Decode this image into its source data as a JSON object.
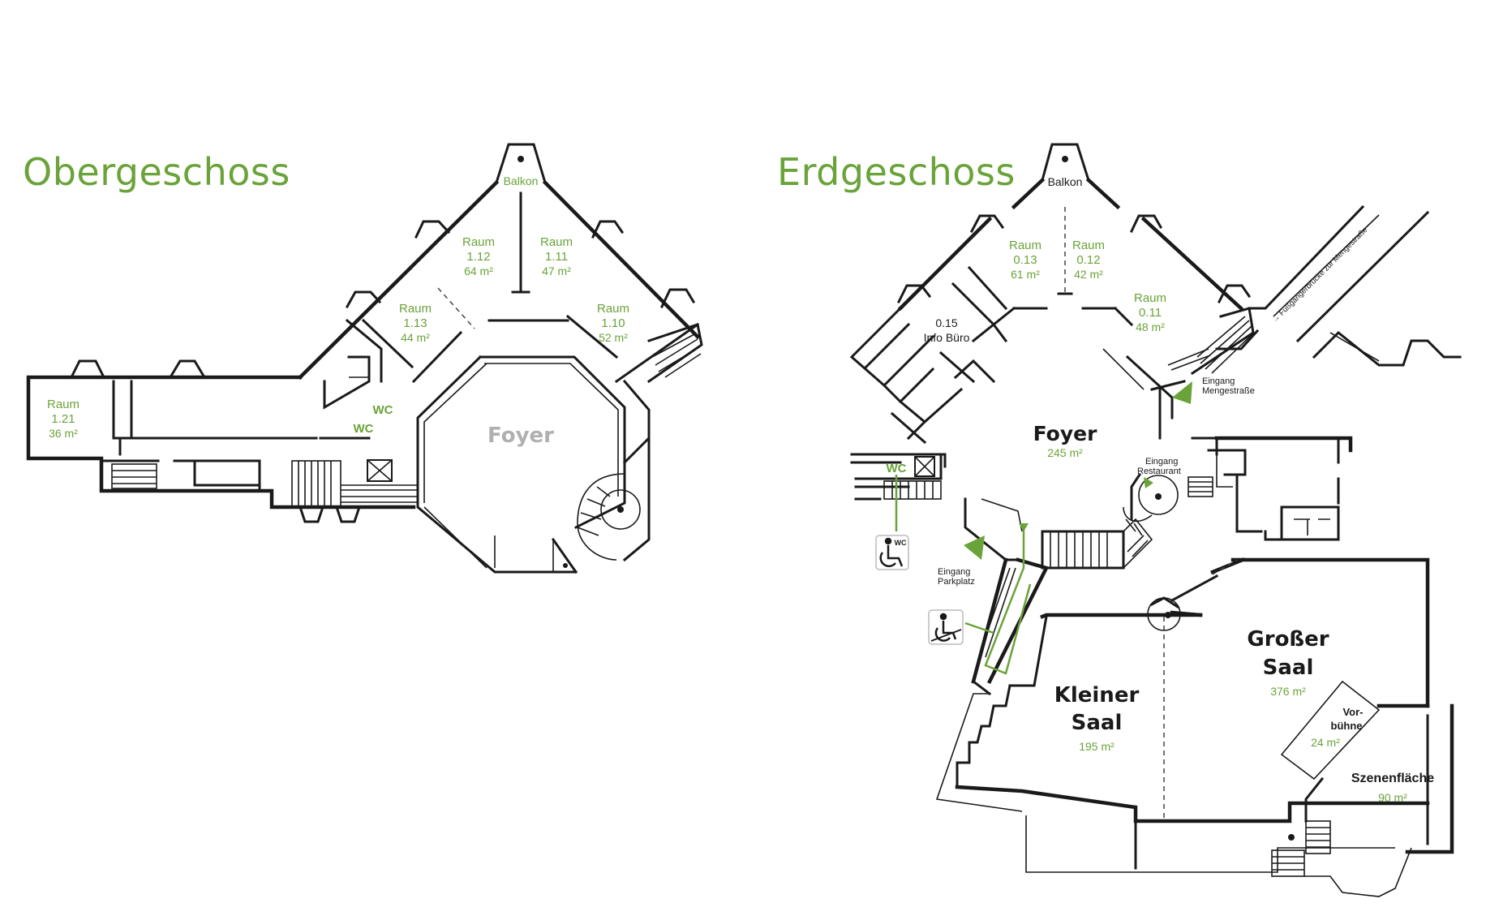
{
  "colors": {
    "accent": "#6aa339",
    "wall": "#1a1a1a",
    "background": "#ffffff",
    "muted_label": "#b0b0b0"
  },
  "upper": {
    "title": "Obergeschoss",
    "balkon": "Balkon",
    "foyer": "Foyer",
    "wc": "WC",
    "rooms": [
      {
        "label": "Raum",
        "number": "1.12",
        "area": "64 m²"
      },
      {
        "label": "Raum",
        "number": "1.11",
        "area": "47 m²"
      },
      {
        "label": "Raum",
        "number": "1.13",
        "area": "44 m²"
      },
      {
        "label": "Raum",
        "number": "1.10",
        "area": "52 m²"
      },
      {
        "label": "Raum",
        "number": "1.21",
        "area": "36 m²"
      }
    ]
  },
  "ground": {
    "title": "Erdgeschoss",
    "balkon": "Balkon",
    "wc": "WC",
    "wc_sign": "WC",
    "rooms": [
      {
        "label": "Raum",
        "number": "0.13",
        "area": "61 m²"
      },
      {
        "label": "Raum",
        "number": "0.12",
        "area": "42 m²"
      },
      {
        "label": "Raum",
        "number": "0.11",
        "area": "48 m²"
      }
    ],
    "info": {
      "number": "0.15",
      "name": "Info Büro"
    },
    "foyer": {
      "name": "Foyer",
      "area": "245 m²"
    },
    "kleiner_saal": {
      "line1": "Kleiner",
      "line2": "Saal",
      "area": "195 m²"
    },
    "grosser_saal": {
      "line1": "Großer",
      "line2": "Saal",
      "area": "376 m²"
    },
    "vorbuehne": {
      "line1": "Vor-",
      "line2": "bühne",
      "area": "24 m²"
    },
    "szenenflaeche": {
      "name": "Szenenfläche",
      "area": "90 m²"
    },
    "entrances": {
      "menge": [
        "Eingang",
        "Mengestraße"
      ],
      "restaurant": [
        "Eingang",
        "Restaurant"
      ],
      "parkplatz": [
        "Eingang",
        "Parkplatz"
      ]
    },
    "bridge": "→ Fußgängerbrücke zur Mengestraße"
  }
}
